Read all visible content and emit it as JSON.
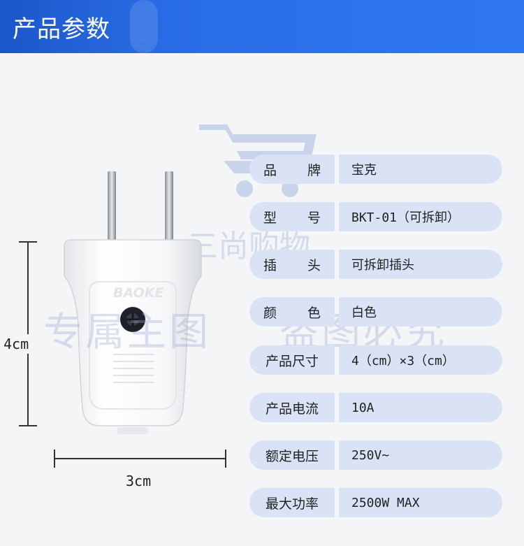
{
  "header": {
    "title": "产品参数"
  },
  "watermarks": {
    "shop": "三尚购物",
    "exclusive": "专属主图",
    "warning": "盗图必究"
  },
  "product": {
    "brand_emboss": "BAOKE"
  },
  "dimensions": {
    "height": "4cm",
    "width": "3cm"
  },
  "specs": [
    {
      "k1": "品",
      "k2": "牌",
      "value": "宝克"
    },
    {
      "k1": "型",
      "k2": "号",
      "value": "BKT-01（可拆卸）"
    },
    {
      "k1": "插",
      "k2": "头",
      "value": "可拆卸插头"
    },
    {
      "k1": "颜",
      "k2": "色",
      "value": "白色"
    },
    {
      "key": "产品尺寸",
      "value": "4（cm）×3（cm）"
    },
    {
      "key": "产品电流",
      "value": "10A"
    },
    {
      "key": "额定电压",
      "value": "250V~"
    },
    {
      "key": "最大功率",
      "value": "2500W MAX"
    }
  ],
  "colors": {
    "header": "#2a6ee8",
    "row_bg": "#d9e3f5"
  }
}
